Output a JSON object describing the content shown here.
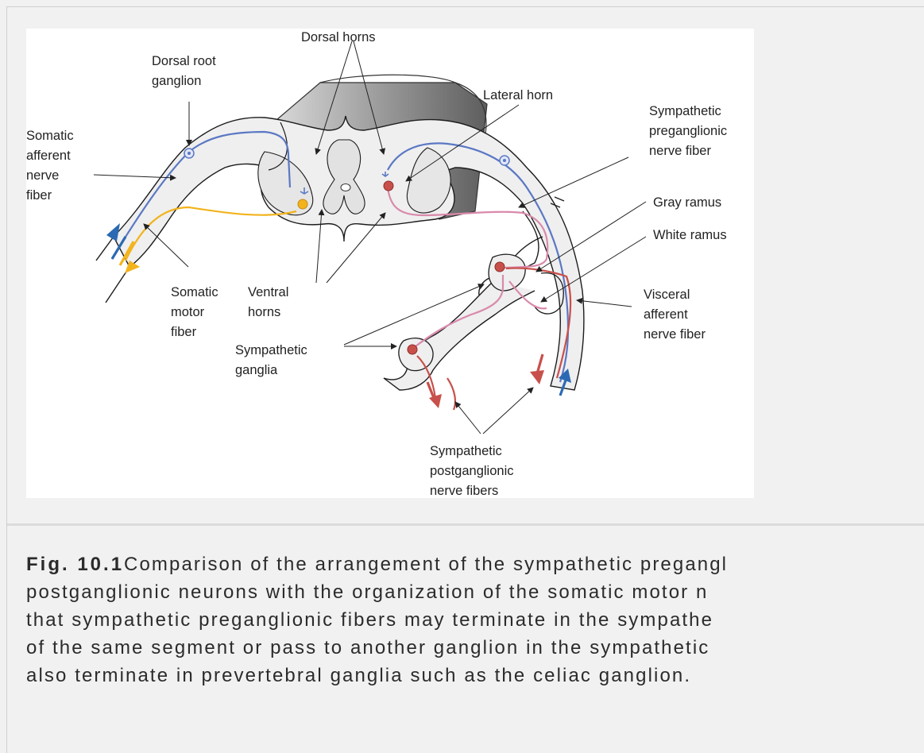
{
  "figure": {
    "labels": {
      "dorsal_horns": "Dorsal horns",
      "dorsal_root_ganglion": [
        "Dorsal root",
        "ganglion"
      ],
      "lateral_horn": "Lateral horn",
      "somatic_afferent": [
        "Somatic",
        "afferent",
        "nerve",
        "fiber"
      ],
      "sympathetic_preganglionic": [
        "Sympathetic",
        "preganglionic",
        "nerve fiber"
      ],
      "gray_ramus": "Gray ramus",
      "white_ramus": "White ramus",
      "somatic_motor": [
        "Somatic",
        "motor",
        "fiber"
      ],
      "ventral_horns": [
        "Ventral",
        "horns"
      ],
      "visceral_afferent": [
        "Visceral",
        "afferent",
        "nerve fiber"
      ],
      "sympathetic_ganglia": [
        "Sympathetic",
        "ganglia"
      ],
      "sympathetic_postganglionic": [
        "Sympathetic",
        "postganglionic",
        "nerve fibers"
      ]
    },
    "colors": {
      "afferent": "#5b78c4",
      "motor": "#f2b31c",
      "preganglionic": "#d98aab",
      "postganglionic": "#c8504b",
      "cord_fill": "#efefef",
      "cord_shadow": "#a9a9a9"
    }
  },
  "caption": {
    "fig_number": "Fig. 10.1",
    "lines": [
      "Comparison of the arrangement of the sympathetic pregangl",
      "postganglionic neurons with the organization of the somatic motor n",
      "that sympathetic preganglionic fibers may terminate in the sympathe",
      "of the same segment or pass to another ganglion in the sympathetic",
      "also terminate in prevertebral ganglia such as the celiac ganglion."
    ]
  }
}
